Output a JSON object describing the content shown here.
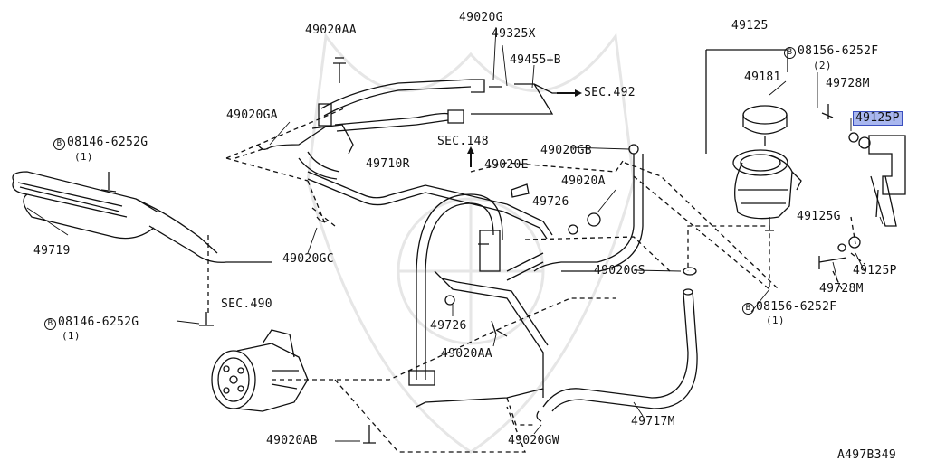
{
  "diagram_id": "A497B349",
  "colors": {
    "highlight": "#a9b7ef",
    "line": "#111111",
    "watermark": "#e6e6e6"
  },
  "labels": {
    "p49020AA_top": "49020AA",
    "p49020G": "49020G",
    "p49325X": "49325X",
    "p49455B": "49455+B",
    "sec492": "SEC.492",
    "p49125": "49125",
    "p49181": "49181",
    "b08156_top": "08156-6252F",
    "b08156_top_qty": "(2)",
    "p49728M_top": "49728M",
    "p49125P_highlight": "49125P",
    "p49020GA": "49020GA",
    "b08146_left": "08146-6252G",
    "b08146_left_qty": "(1)",
    "sec148": "SEC.148",
    "p49020GB": "49020GB",
    "p49710R": "49710R",
    "p49020E": "49020E",
    "p49020A": "49020A",
    "p49726_upper": "49726",
    "p49125G": "49125G",
    "p49719": "49719",
    "p49020GC": "49020GC",
    "p49020GS": "49020GS",
    "p49125P_lower": "49125P",
    "p49728M_lower": "49728M",
    "sec490": "SEC.490",
    "b08146_lower": "08146-6252G",
    "b08146_lower_qty": "(1)",
    "p49726_lower": "49726",
    "p49020AA_lower": "49020AA",
    "b08156_lower": "08156-6252F",
    "b08156_lower_qty": "(1)",
    "p49717M": "49717M",
    "p49020AB": "49020AB",
    "p49020GW": "49020GW",
    "ref_code": "A497B349"
  },
  "bolt_marker": "B"
}
